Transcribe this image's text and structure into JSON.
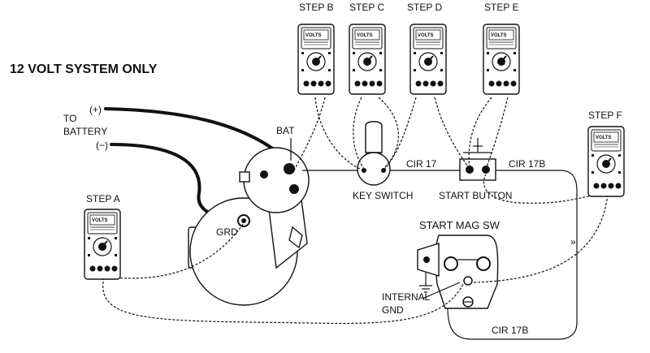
{
  "title": "12 VOLT SYSTEM ONLY",
  "labels": {
    "to_battery_1": "TO",
    "to_battery_2": "BATTERY",
    "positive": "(+)",
    "negative": "(−)",
    "bat": "BAT",
    "grd": "GRD",
    "key_switch": "KEY SWITCH",
    "start_button": "START BUTTON",
    "cir17": "CIR 17",
    "cir17b_top": "CIR 17B",
    "cir17b_bottom": "CIR 17B",
    "start_mag_sw": "START MAG SW",
    "internal": "INTERNAL",
    "gnd": "GND"
  },
  "meters": [
    {
      "step": "STEP A",
      "display": "VOLTS"
    },
    {
      "step": "STEP B",
      "display": "VOLTS"
    },
    {
      "step": "STEP C",
      "display": "VOLTS"
    },
    {
      "step": "STEP D",
      "display": "VOLTS"
    },
    {
      "step": "STEP E",
      "display": "VOLTS"
    },
    {
      "step": "STEP F",
      "display": "VOLTS"
    }
  ]
}
